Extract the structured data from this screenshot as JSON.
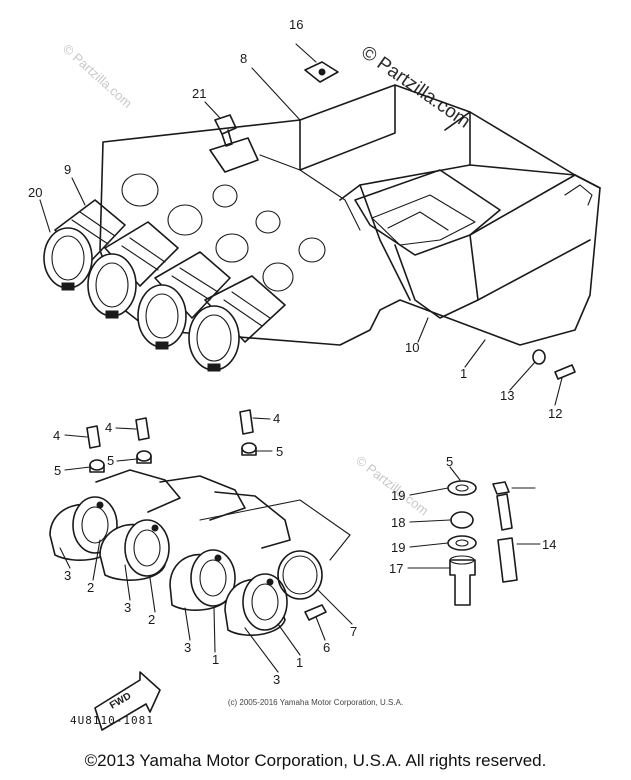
{
  "watermarks": {
    "large": "© Partzilla.com",
    "small": "© Partzilla.com"
  },
  "callouts": {
    "part_1a": "1",
    "part_1b": "1",
    "part_1c": "1",
    "part_2a": "2",
    "part_2b": "2",
    "part_3a": "3",
    "part_3b": "3",
    "part_3c": "3",
    "part_3d": "3",
    "part_4a": "4",
    "part_4b": "4",
    "part_4c": "4",
    "part_5a": "5",
    "part_5b": "5",
    "part_5c": "5",
    "part_5d": "5",
    "part_6": "6",
    "part_7": "7",
    "part_8": "8",
    "part_9": "9",
    "part_10": "10",
    "part_12": "12",
    "part_13": "13",
    "part_14": "14",
    "part_16": "16",
    "part_17": "17",
    "part_18": "18",
    "part_19a": "19",
    "part_19b": "19",
    "part_20": "20",
    "part_21": "21"
  },
  "fwd_label": "FWD",
  "diagram_ref": "4U8110-1081",
  "copyright_small": "(c) 2005-2016 Yamaha Motor Corporation, U.S.A.",
  "copyright_main": "©2013 Yamaha Motor Corporation, U.S.A. All rights reserved.",
  "colors": {
    "line": "#1a1a1a",
    "watermark_light": "#c8c8c8",
    "background": "#ffffff"
  }
}
